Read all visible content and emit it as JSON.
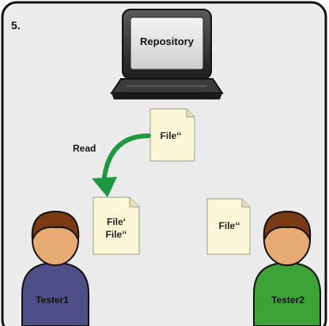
{
  "panel": {
    "step_number": "5.",
    "background": "#ececec",
    "border_color": "#111111"
  },
  "repository": {
    "label": "Repository",
    "icon": "computer-monitor-icon"
  },
  "server_document": {
    "line1": "File‘‘"
  },
  "arrow": {
    "label": "Read",
    "color": "#1c9a40"
  },
  "tester1_documents": {
    "line1": "File‘",
    "line2": "File‘‘"
  },
  "tester2_documents": {
    "line1": "File‘‘"
  },
  "testers": [
    {
      "label": "Tester1",
      "body_color": "#4d4f86",
      "head_color": "#e8aa73",
      "hair_color": "#7a3b12"
    },
    {
      "label": "Tester2",
      "body_color": "#3ca336",
      "head_color": "#e8aa73",
      "hair_color": "#7a3b12"
    }
  ],
  "document_color": "#fcf7d6"
}
